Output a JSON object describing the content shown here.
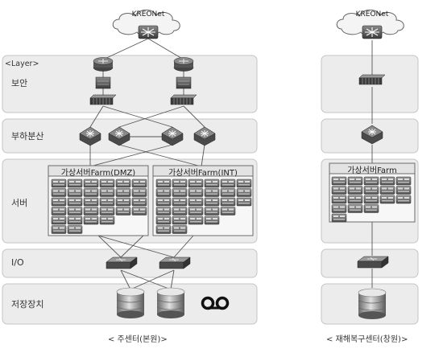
{
  "left_site": {
    "cloud_label": "KREONet",
    "layer_header": "<Layer>",
    "layers": {
      "security": "보안",
      "load_balancing": "부하분산",
      "server": "서버",
      "io": "I/O",
      "storage": "저장장치"
    },
    "farms": {
      "dmz": "가상서버Farm(DMZ)",
      "int": "가상서버Farm(INT)"
    },
    "caption": "< 주센터(본원)>"
  },
  "right_site": {
    "cloud_label": "KREONet",
    "farm": "가상서버Farm",
    "caption": "< 재해복구센터(창원)>"
  },
  "icons": {
    "cloud": "cloud-icon",
    "router": "router-icon",
    "firewall": "firewall-icon",
    "switch": "network-switch-icon",
    "load_balancer": "load-balancer-icon",
    "server": "server-icon",
    "storage": "storage-disk-icon",
    "tape": "tape-drive-icon"
  }
}
